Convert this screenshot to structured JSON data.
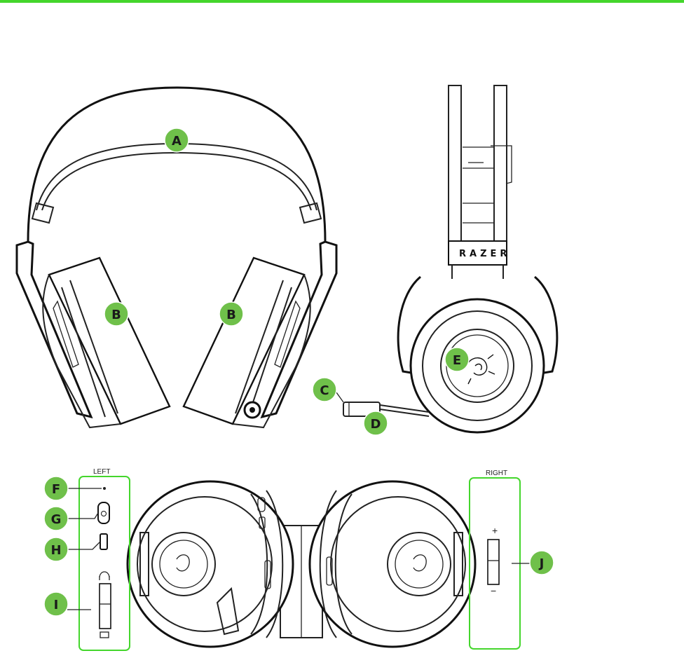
{
  "colors": {
    "accent": "#44d62c",
    "callout_fill": "#6fc04a",
    "line": "#222222"
  },
  "brand_text": "RAZER",
  "panels": {
    "left_title": "LEFT",
    "right_title": "RIGHT"
  },
  "callouts": {
    "A": "A",
    "B": "B",
    "C": "C",
    "D": "D",
    "E": "E",
    "F": "F",
    "G": "G",
    "H": "H",
    "I": "I",
    "J": "J"
  },
  "volume": {
    "plus": "+",
    "minus": "−"
  }
}
